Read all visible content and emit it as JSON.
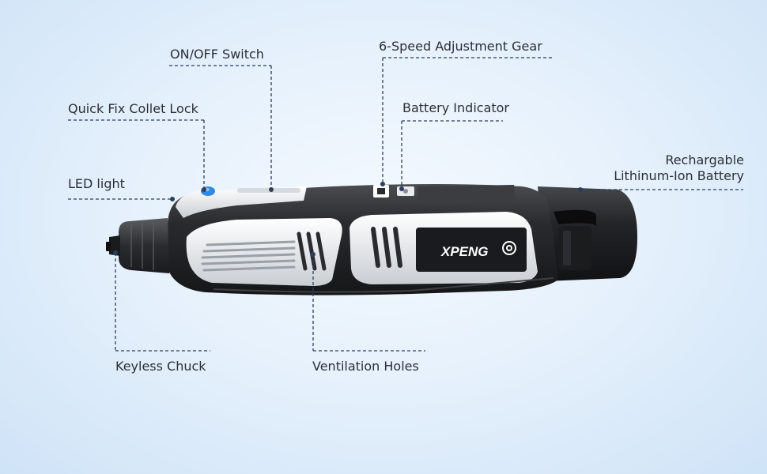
{
  "brand": "XPENG",
  "colors": {
    "background": "#e6f1fc",
    "body_dark": "#2a2b2e",
    "body_white": "#f2f4f6",
    "accent_blue": "#2f8ae6",
    "leader_line": "#2c3e5c"
  },
  "labels": {
    "on_off_switch": "ON/OFF Switch",
    "speed_gear": "6-Speed Adjustment Gear",
    "collet_lock": "Quick Fix Collet Lock",
    "battery_indicator": "Battery Indicator",
    "battery_line1": "Rechargable",
    "battery_line2": "Lithinum-Ion Battery",
    "led_light": "LED light",
    "keyless_chuck": "Keyless Chuck",
    "ventilation": "Ventilation Holes"
  }
}
